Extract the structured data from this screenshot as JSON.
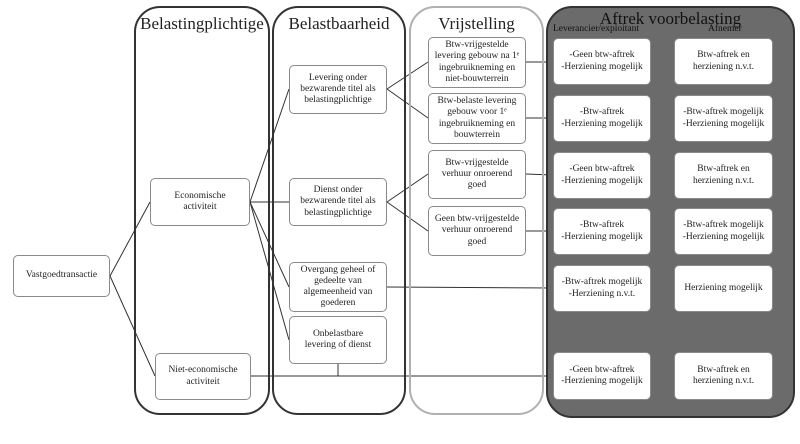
{
  "columns": {
    "belastingplichtige": "Belastingplichtige",
    "belastbaarheid": "Belastbaarheid",
    "vrijstelling": "Vrijstelling",
    "aftrek": "Aftrek voorbelasting"
  },
  "aftrek_subheaders": {
    "leverancier": "Leverancier/exploitant",
    "afnemer": "Afnemer"
  },
  "nodes": {
    "vastgoed": "Vastgoedtransactie",
    "economisch": "Economische activiteit",
    "niet_economisch": "Niet-economische activiteit",
    "levering": "Levering onder bezwarende titel als belastingplichtige",
    "dienst": "Dienst onder bezwarende titel als belastingplichtige",
    "overgang": "Overgang geheel of gedeelte van algemeenheid van goederen",
    "onbelastbare": "Onbelastbare levering of dienst",
    "vrij_levering": "Btw-vrijgestelde levering gebouw na 1ᵉ ingebruikneming en niet-bouwterrein",
    "belast_levering": "Btw-belaste levering gebouw voor 1ᵉ ingebruikneming en bouwterrein",
    "vrij_verhuur": "Btw-vrijgestelde verhuur onroerend goed",
    "geen_vrij_verhuur": "Geen btw-vrijgestelde verhuur onroerend goed"
  },
  "leverancier": [
    {
      "l1": "-Geen btw-aftrek",
      "l2": "-Herziening mogelijk"
    },
    {
      "l1": "-Btw-aftrek",
      "l2": "-Herziening mogelijk"
    },
    {
      "l1": "-Geen btw-aftrek",
      "l2": "-Herziening mogelijk"
    },
    {
      "l1": "-Btw-aftrek",
      "l2": "-Herziening mogelijk"
    },
    {
      "l1": "-Btw-aftrek mogelijk",
      "l2": "-Herziening n.v.t."
    },
    {
      "l1": "-Geen btw-aftrek",
      "l2": "-Herziening mogelijk"
    }
  ],
  "afnemer": [
    {
      "l1": "Btw-aftrek en",
      "l2": "herziening n.v.t."
    },
    {
      "l1": "-Btw-aftrek mogelijk",
      "l2": "-Herziening mogelijk"
    },
    {
      "l1": "Btw-aftrek en",
      "l2": "herziening n.v.t."
    },
    {
      "l1": "-Btw-aftrek mogelijk",
      "l2": "-Herziening mogelijk"
    },
    {
      "l1": "Herziening mogelijk",
      "l2": ""
    },
    {
      "l1": "Btw-aftrek en",
      "l2": "herziening n.v.t."
    }
  ],
  "colors": {
    "aftrek_bg": "#6b6b6b",
    "vrijstelling_border": "#b0b0b0",
    "line": "#333333"
  }
}
